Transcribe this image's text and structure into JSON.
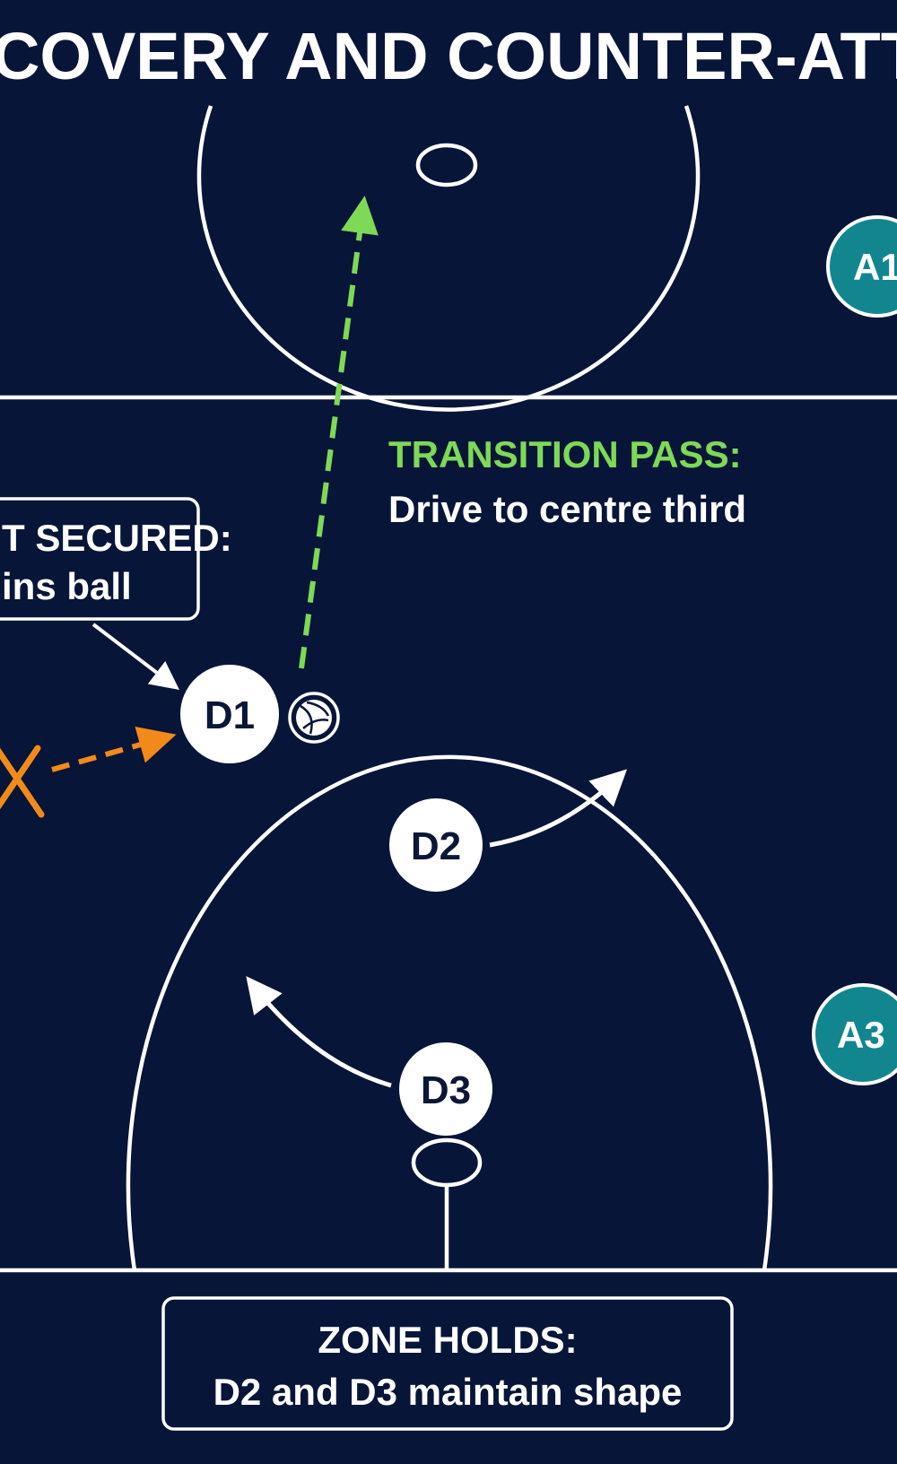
{
  "title": "E RECOVERY AND COUNTER-ATTACK",
  "colors": {
    "background": "#071538",
    "line": "#ffffff",
    "transition": "#7ed957",
    "intercept": "#f28a1a",
    "attacker": "#12868f",
    "player_text": "#0b1736"
  },
  "players": {
    "d1": "D1",
    "d2": "D2",
    "d3": "D3",
    "a1": "A1",
    "a3": "A3"
  },
  "callouts": {
    "transition": {
      "heading": "TRANSITION PASS:",
      "sub": "Drive to centre third"
    },
    "secured": {
      "heading": "T SECURED:",
      "sub": "ins ball"
    },
    "zone": {
      "heading": "ZONE HOLDS:",
      "sub": "D2 and D3 maintain shape"
    }
  },
  "icons": {
    "ball": "netball-icon",
    "intercept": "x-mark-icon"
  }
}
